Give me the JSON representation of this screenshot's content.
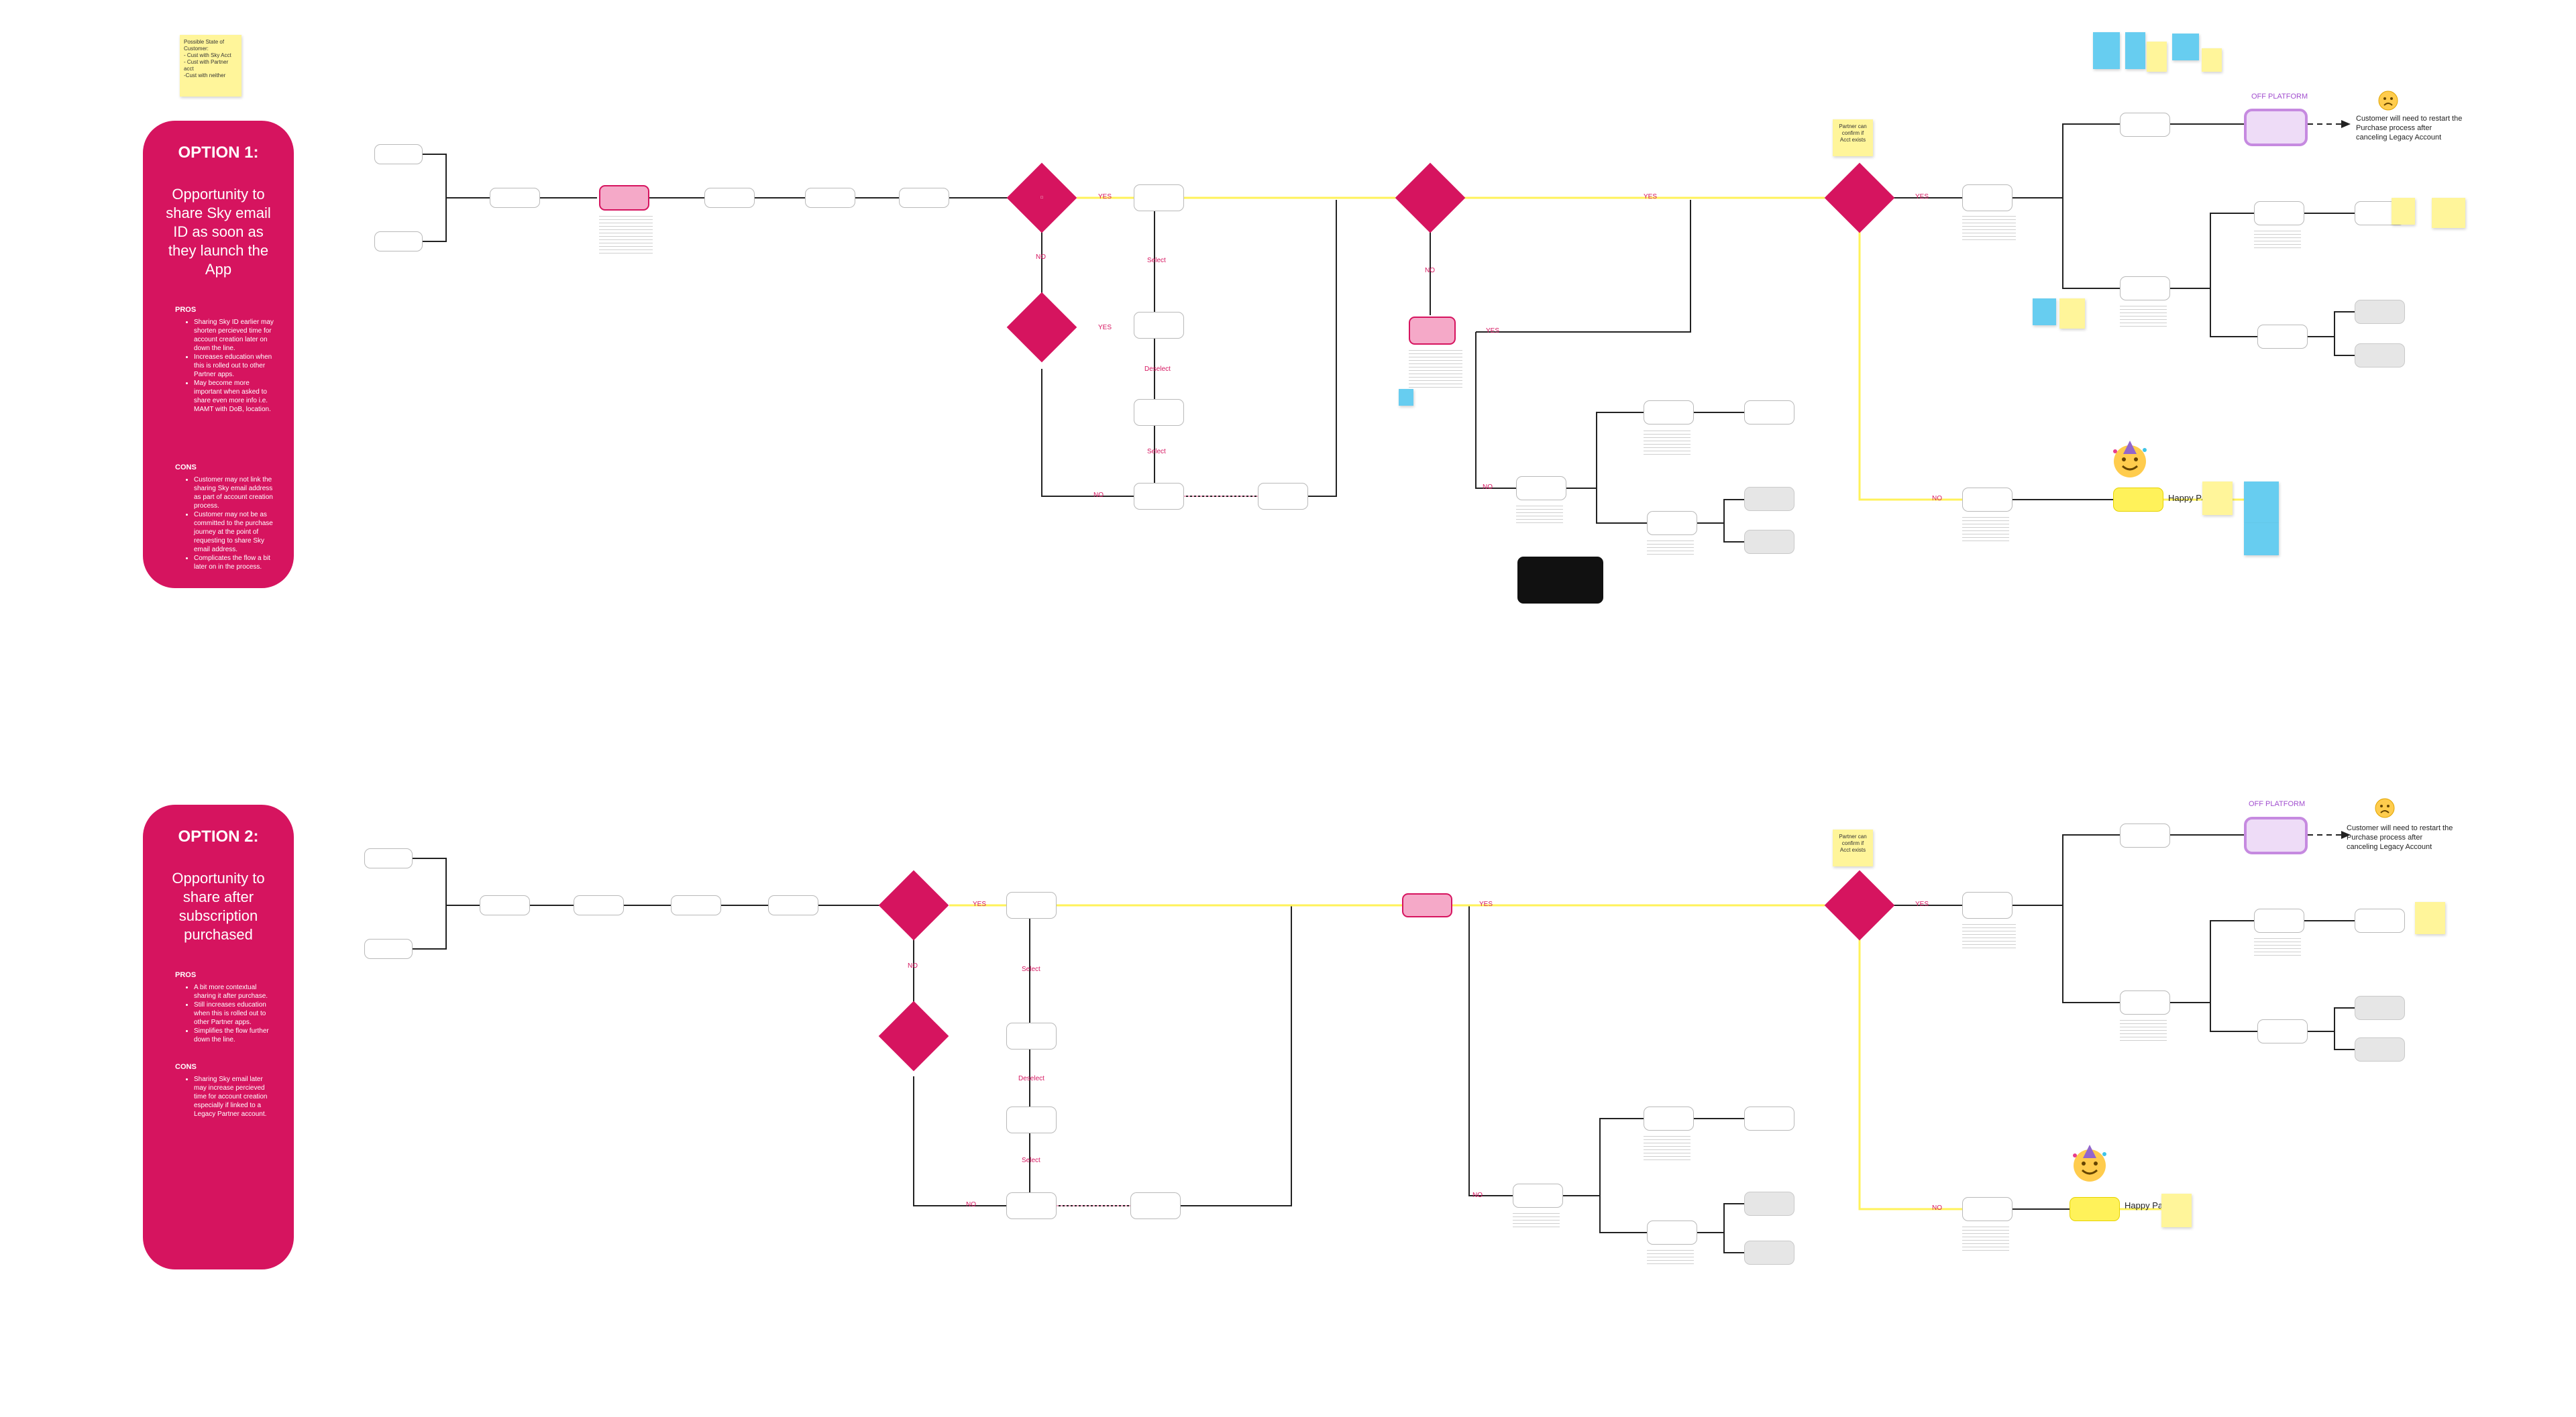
{
  "top_sticky": {
    "text": "Possible State of Customer:\n - Cust with Sky Acct\n - Cust with Partner acct\n -Cust with neither"
  },
  "option1": {
    "title": "OPTION 1:",
    "subtitle": "Opportunity to share Sky email ID as soon as they launch the App",
    "pros_title": "PROS",
    "pros": [
      "Sharing Sky ID earlier may shorten percieved time for account creation later on down the line.",
      "Increases education when this is rolled out to other Partner apps.",
      "May become more important when asked to share even more info i.e. MAMT with DoB, location."
    ],
    "cons_title": "CONS",
    "cons": [
      "Customer may not link the sharing Sky email address as part of account creation process.",
      "Customer may not be as committed to the purchase journey at the point of requesting to share Sky email address.",
      "Complicates the flow a bit later on in the process."
    ]
  },
  "option2": {
    "title": "OPTION 2:",
    "subtitle": "Opportunity to share after subscription purchased",
    "pros_title": "PROS",
    "pros": [
      "A bit more contextual sharing it after purchase.",
      "Still increases education when this is rolled out to other Partner apps.",
      "Simplifies the flow further down the line."
    ],
    "cons_title": "CONS",
    "cons": [
      "Sharing Sky email later may increase percieved time for account creation especially if linked to a Legacy Partner account."
    ]
  },
  "labels": {
    "yes": "YES",
    "no": "NO",
    "select": "Select",
    "deselect": "Deselect",
    "partner_confirm": "Partner can confirm if Acct exists",
    "off_platform": "OFF PLATFORM",
    "restart": "Customer will need to restart the Purchase process after canceling Legacy Account",
    "happy_path": "Happy Path"
  },
  "icons": {
    "party": "party-face-icon",
    "sad": "sad-face-icon"
  },
  "colors": {
    "accent": "#d6145f",
    "flow_yellow": "#fff25a",
    "sticky_yellow": "#fff59a",
    "sticky_blue": "#67cdf0",
    "off_platform": "#c68ae0"
  }
}
